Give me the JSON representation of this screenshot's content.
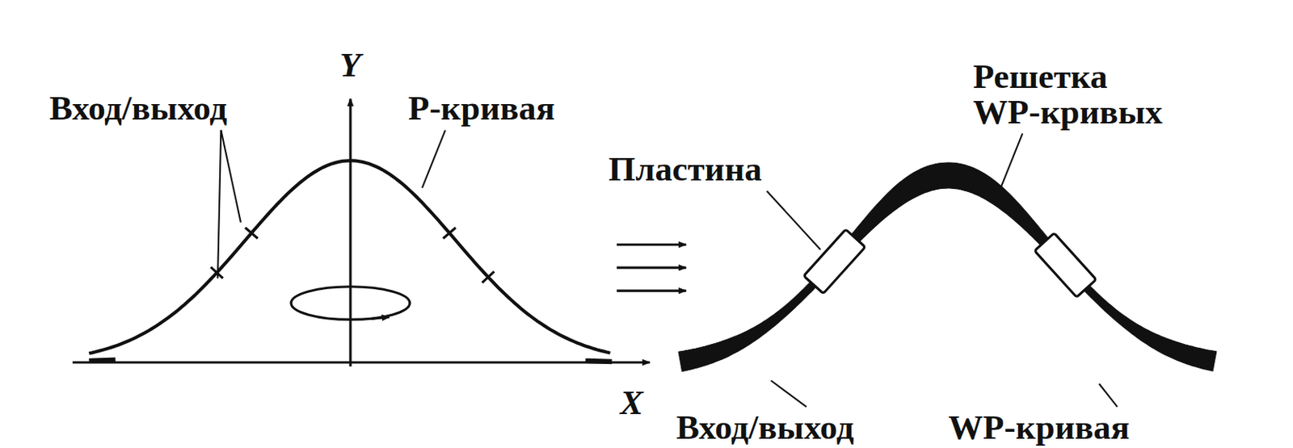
{
  "diagram": {
    "labels": [
      "Вход/выход",
      "Y",
      "Р-кривая",
      "Пластина",
      "Решетка WP-кривых",
      "X",
      "Вход/выход",
      "WP-кривая"
    ]
  }
}
